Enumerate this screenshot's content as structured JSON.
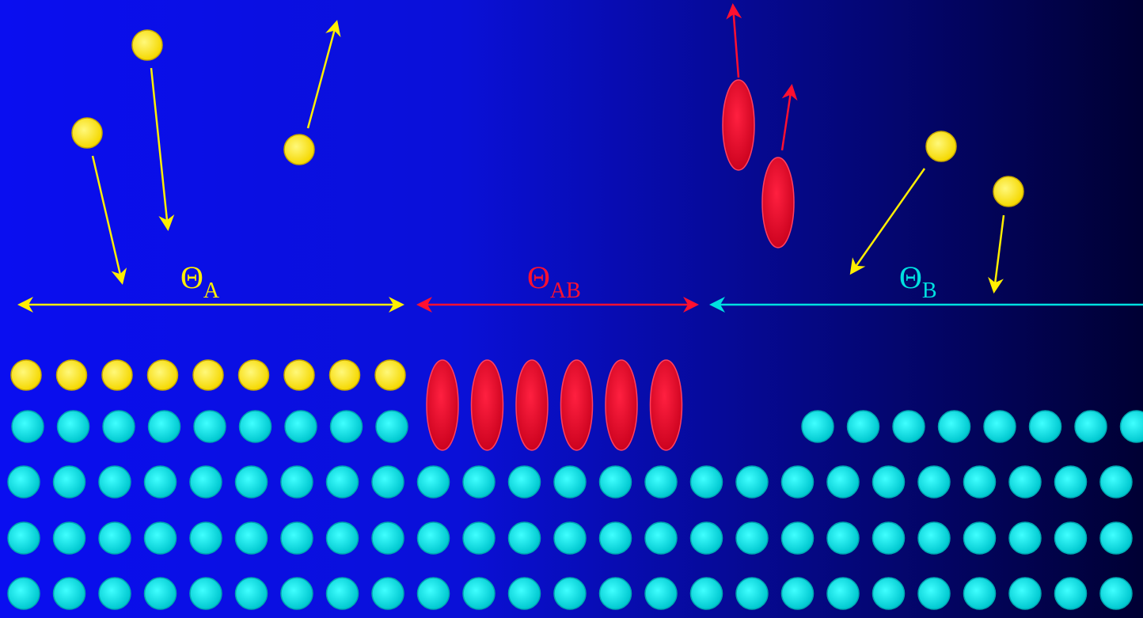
{
  "colors": {
    "background_left": "#0a0ef0",
    "background_right": "#000033",
    "adsorbate_a": "#ffee00",
    "adsorbate_b": "#00e0e0",
    "ab_complex": "#e8002a",
    "arrow_a": "#ffee00",
    "arrow_ab": "#ff1030",
    "arrow_b": "#00e0e0",
    "substrate": "#00e0e0"
  },
  "labels": {
    "theta_a": {
      "symbol": "Θ",
      "subscript": "A"
    },
    "theta_ab": {
      "symbol": "Θ",
      "subscript": "AB"
    },
    "theta_b": {
      "symbol": "Θ",
      "subscript": "B"
    }
  },
  "legend": {
    "adsorbed_a_count": 9,
    "ab_complex_count": 6,
    "surface_b_top_row_count": 8,
    "substrate_rows": 3,
    "substrate_per_row": 25
  }
}
